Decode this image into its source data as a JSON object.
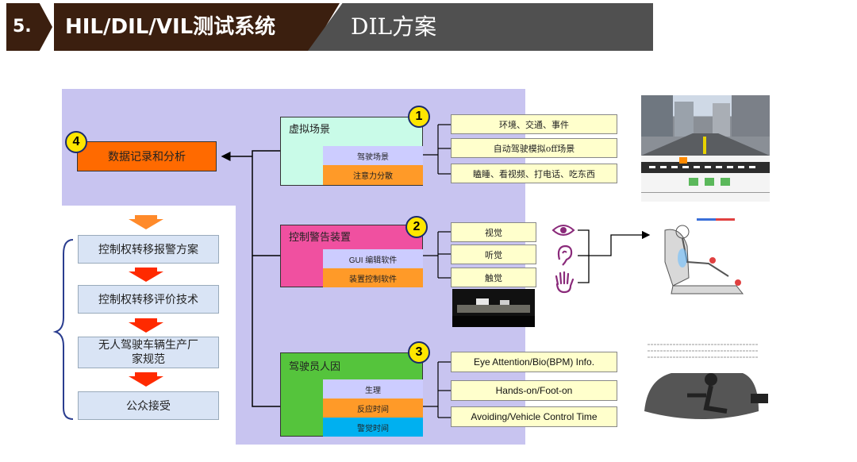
{
  "header": {
    "number": "5.",
    "title": "HIL/DIL/VIL测试系统",
    "subtitle": "DIL方案"
  },
  "analysis": {
    "badge": "4",
    "label": "数据记录和分析"
  },
  "process_steps": [
    "控制权转移报警方案",
    "控制权转移评价技术",
    "无人驾驶车辆生产厂家规范",
    "公众接受"
  ],
  "modules": [
    {
      "badge": "1",
      "title": "虚拟场景",
      "subs": [
        "驾驶场景",
        "注意力分散"
      ],
      "options": [
        "环境、交通、事件",
        "自动驾驶模拟off场景",
        "瞌睡、看视频、打电话、吃东西"
      ]
    },
    {
      "badge": "2",
      "title": "控制警告装置",
      "subs": [
        "GUI 编辑软件",
        "装置控制软件"
      ],
      "options": [
        "视觉",
        "听觉",
        "触觉"
      ]
    },
    {
      "badge": "3",
      "title": "驾驶员人因",
      "subs": [
        "生理",
        "反应时间",
        "警觉时间"
      ],
      "options": [
        "Eye Attention/Bio(BPM) Info.",
        "Hands-on/Foot-on",
        "Avoiding/Vehicle Control Time"
      ]
    }
  ],
  "colors": {
    "header_dark": "#3b1f0f",
    "header_gray": "#505050",
    "panel_lavender": "#c8c4f0",
    "module1_bg": "#c9fbe8",
    "module2_bg": "#f050a0",
    "module3_bg": "#55c43c",
    "sub_orange": "#ff9a28",
    "sub_lavender": "#ccccff",
    "sub_cyan": "#00b0f0",
    "analysis_bg": "#ff6a00",
    "badge_yellow": "#ffe600",
    "arrow_red": "#ff2a00",
    "arrow_orange": "#ff8a2a"
  },
  "icons": [
    "eye-icon",
    "ear-icon",
    "hand-icon"
  ]
}
